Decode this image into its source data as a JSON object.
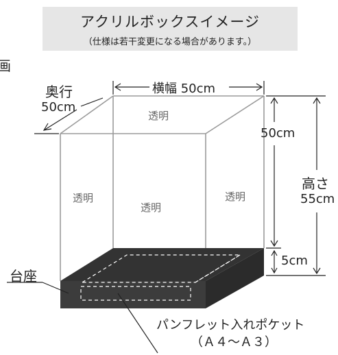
{
  "header": {
    "title": "アクリルボックスイメージ",
    "subtitle": "（仕様は若干変更になる場合があります。）"
  },
  "edge_text": "画",
  "labels": {
    "depth_label": "奥行",
    "depth_value": "50cm",
    "width_label": "横幅 50cm",
    "box_height": "50cm",
    "total_height_label": "高さ",
    "total_height_value": "55cm",
    "base_height": "5cm",
    "base": "台座",
    "pocket": "パンフレット入れポケット",
    "pocket_size": "（Ａ４～Ａ３）"
  },
  "faces": {
    "top": "透明",
    "left": "透明",
    "front": "透明",
    "right": "透明"
  },
  "colors": {
    "title_bg": "#e6e6e6",
    "base_fill": "#3a3a3a",
    "acrylic_line": "#9a9a9a",
    "text": "#222222"
  }
}
